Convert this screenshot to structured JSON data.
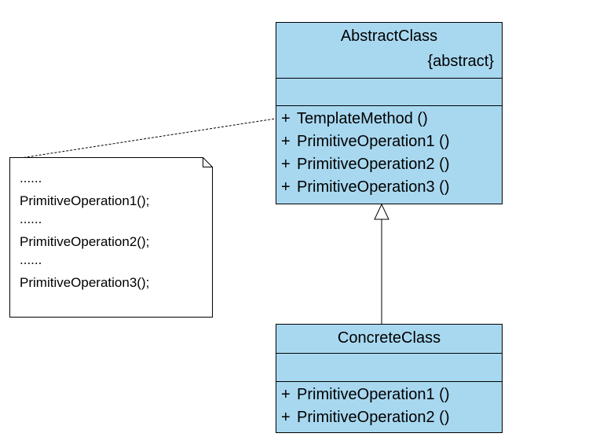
{
  "abstract_class": {
    "name": "AbstractClass",
    "stereotype": "{abstract}",
    "operations": [
      {
        "visibility": "+",
        "label": "TemplateMethod ()"
      },
      {
        "visibility": "+",
        "label": "PrimitiveOperation1 ()"
      },
      {
        "visibility": "+",
        "label": "PrimitiveOperation2 ()"
      },
      {
        "visibility": "+",
        "label": "PrimitiveOperation3 ()"
      }
    ]
  },
  "concrete_class": {
    "name": "ConcreteClass",
    "operations": [
      {
        "visibility": "+",
        "label": "PrimitiveOperation1 ()"
      },
      {
        "visibility": "+",
        "label": "PrimitiveOperation2 ()"
      }
    ]
  },
  "note": {
    "lines": [
      "......",
      "PrimitiveOperation1();",
      "......",
      "PrimitiveOperation2();",
      "......",
      "PrimitiveOperation3();"
    ]
  },
  "colors": {
    "class_fill": "#a8d8f0",
    "border": "#000000",
    "note_fill": "#ffffff"
  }
}
